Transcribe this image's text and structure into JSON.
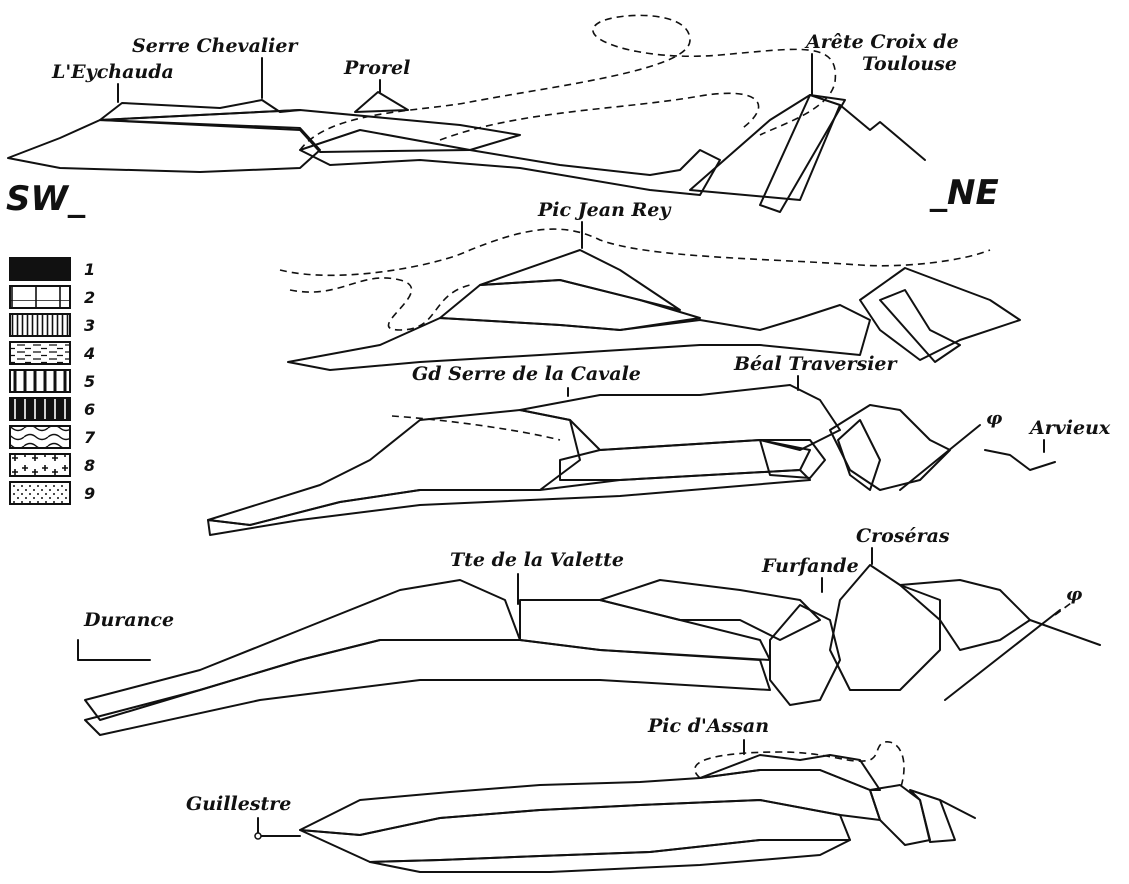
{
  "orientation": {
    "left": "SW_",
    "right": "_NE"
  },
  "legend": [
    "1",
    "2",
    "3",
    "4",
    "5",
    "6",
    "7",
    "8",
    "9"
  ],
  "sections": [
    {
      "labels": [
        "L'Eychauda",
        "Serre Chevalier",
        "Prorel",
        "Arête Croix de",
        "Toulouse"
      ]
    },
    {
      "labels": [
        "Pic Jean Rey"
      ]
    },
    {
      "labels": [
        "Gd Serre de la Cavale",
        "Béal Traversier",
        "Arvieux"
      ],
      "fault": "φ"
    },
    {
      "labels": [
        "Durance",
        "Tte de la Valette",
        "Furfande",
        "Croséras"
      ],
      "fault": "φ"
    },
    {
      "labels": [
        "Pic d'Assan",
        "Guillestre"
      ]
    }
  ]
}
